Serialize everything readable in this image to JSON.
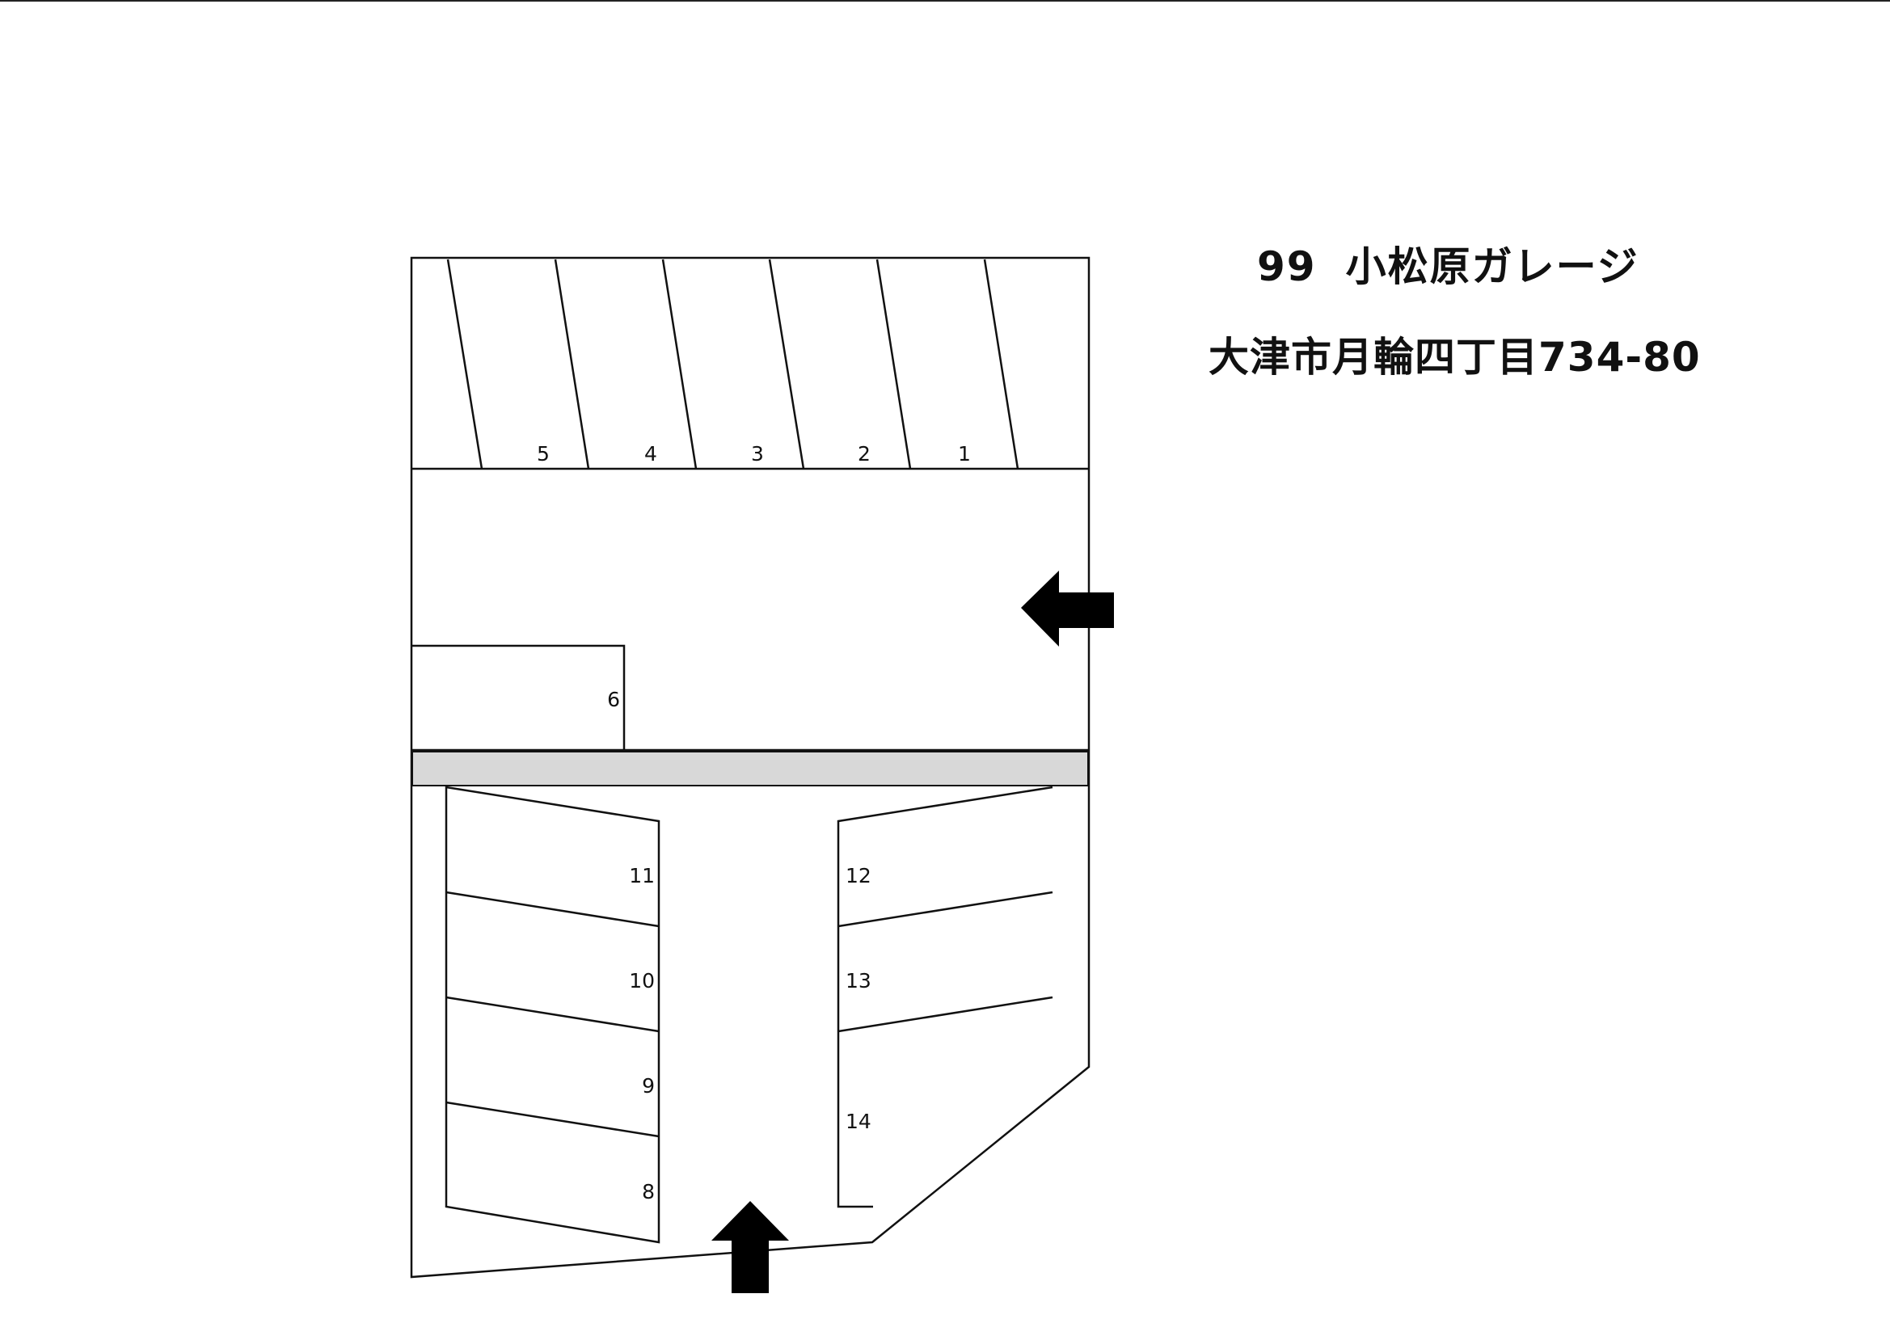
{
  "title": {
    "number": "99",
    "name": "小松原ガレージ"
  },
  "address": "大津市月輪四丁目734-80",
  "parking_spaces": [
    {
      "label": "1"
    },
    {
      "label": "2"
    },
    {
      "label": "3"
    },
    {
      "label": "4"
    },
    {
      "label": "5"
    },
    {
      "label": "6"
    },
    {
      "label": "8"
    },
    {
      "label": "9"
    },
    {
      "label": "10"
    },
    {
      "label": "11"
    },
    {
      "label": "12"
    },
    {
      "label": "13"
    },
    {
      "label": "14"
    }
  ],
  "icons": {
    "east_entrance": "arrow-left-icon",
    "south_entrance": "arrow-up-icon"
  },
  "colors": {
    "line": "#111111",
    "divider": "#d8d8d8",
    "arrow": "#000000"
  }
}
